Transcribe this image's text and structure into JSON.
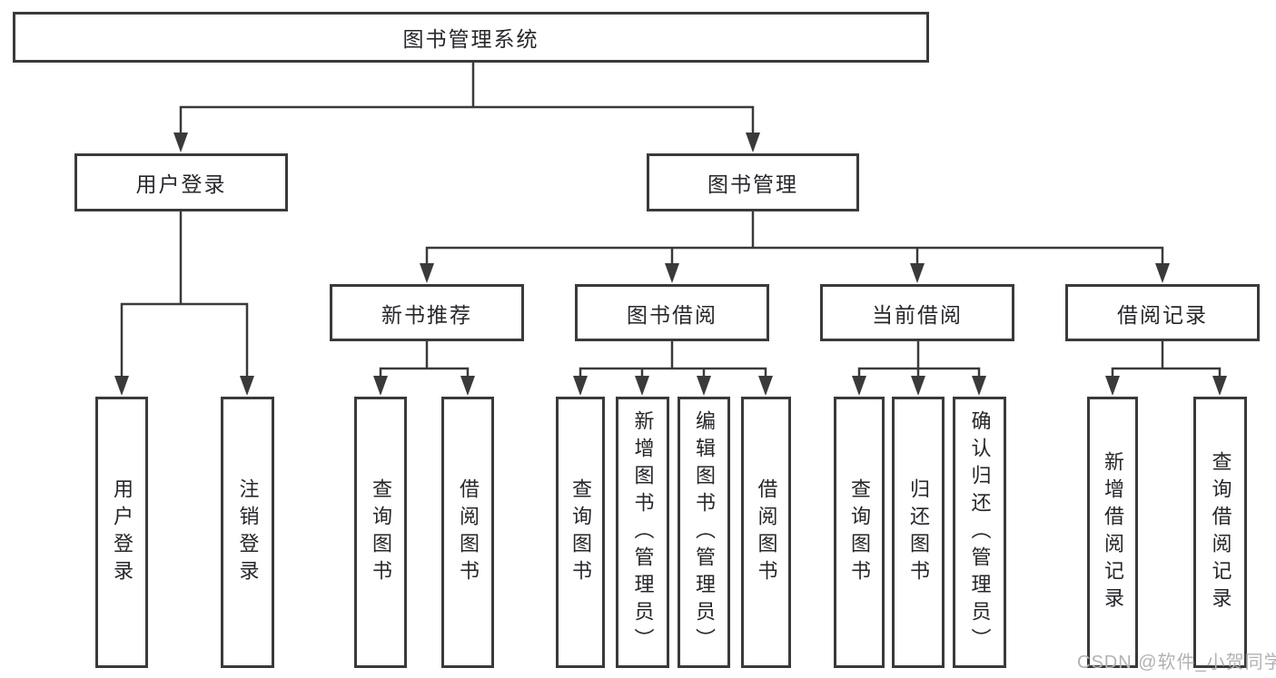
{
  "tree": {
    "root": {
      "label": "图书管理系统"
    },
    "branches": [
      {
        "label": "用户登录",
        "children": [
          {
            "label": "用户登录"
          },
          {
            "label": "注销登录"
          }
        ]
      },
      {
        "label": "图书管理",
        "children": [
          {
            "label": "新书推荐",
            "children": [
              {
                "label": "查询图书"
              },
              {
                "label": "借阅图书"
              }
            ]
          },
          {
            "label": "图书借阅",
            "children": [
              {
                "label": "查询图书"
              },
              {
                "label": "新增图书（管理员）"
              },
              {
                "label": "编辑图书（管理员）"
              },
              {
                "label": "借阅图书"
              }
            ]
          },
          {
            "label": "当前借阅",
            "children": [
              {
                "label": "查询图书"
              },
              {
                "label": "归还图书"
              },
              {
                "label": "确认归还（管理员）"
              }
            ]
          },
          {
            "label": "借阅记录",
            "children": [
              {
                "label": "新增借阅记录"
              },
              {
                "label": "查询借阅记录"
              }
            ]
          }
        ]
      }
    ]
  },
  "watermark": {
    "text": "CSDN @软件_小贺同学"
  },
  "colors": {
    "line": "#3a3a3a",
    "box_border": "#3a3a3a",
    "text": "#26262b",
    "watermark": "#b2b2b2",
    "background": "#ffffff"
  }
}
